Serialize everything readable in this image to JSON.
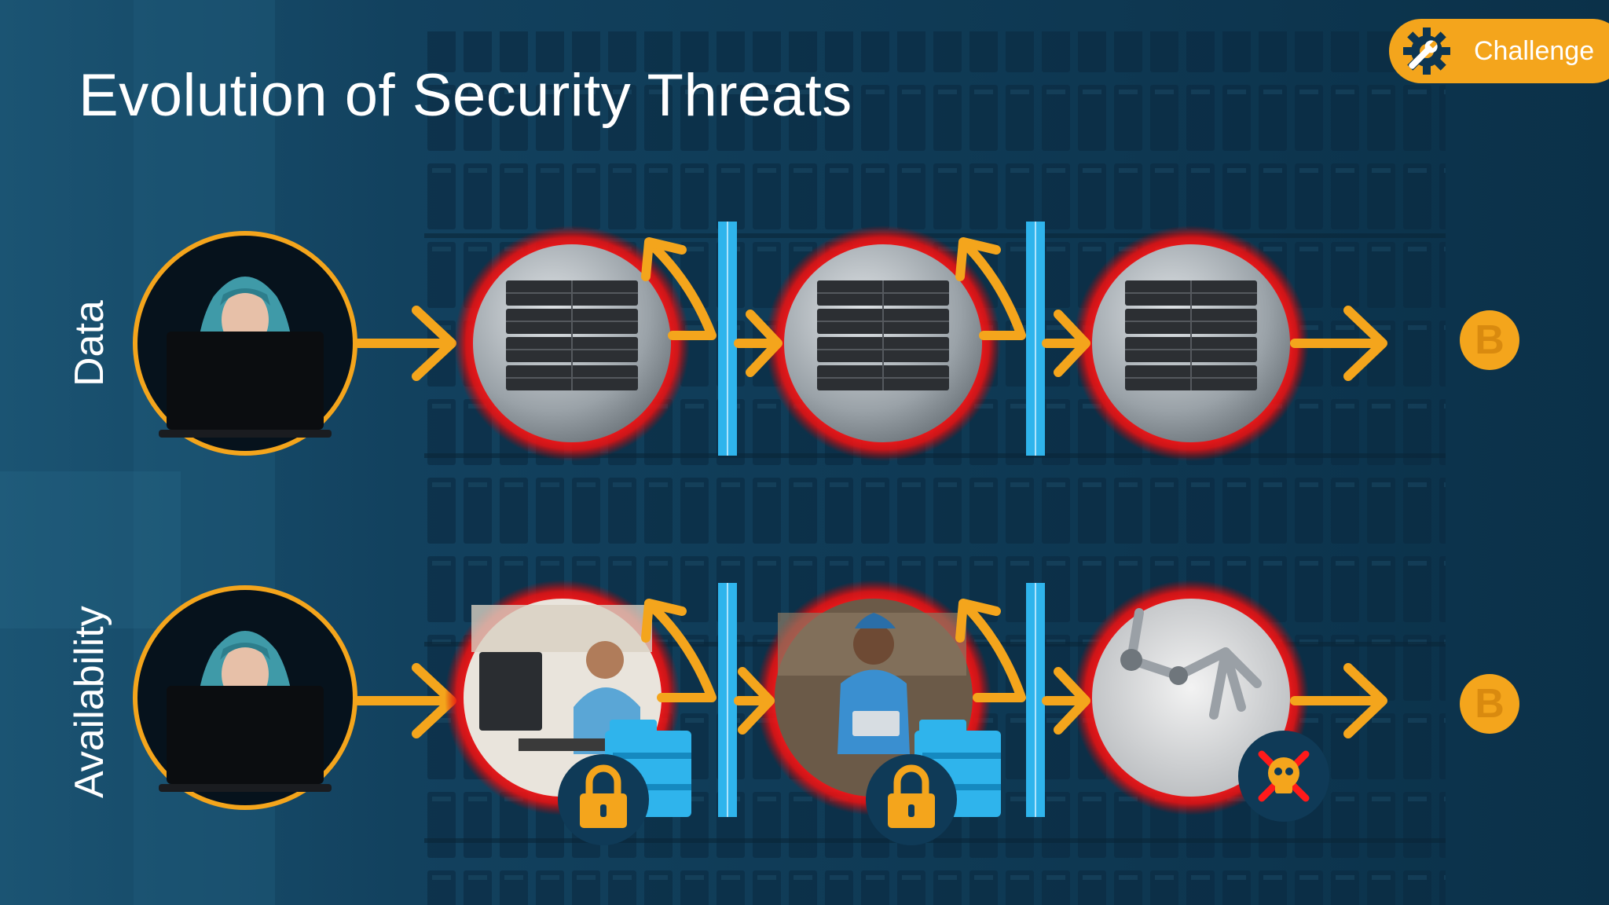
{
  "slide": {
    "title": "Evolution of Security Threats",
    "badge": {
      "label": "Challenge",
      "icon": "gear-wrench-icon",
      "color": "#f4a51c"
    }
  },
  "rows": [
    {
      "label": "Data",
      "start": "hooded-hacker-laptop",
      "stages": [
        "server-rack",
        "server-rack",
        "server-rack"
      ],
      "end": "bitcoin-icon"
    },
    {
      "label": "Availability",
      "start": "hooded-hacker-laptop",
      "stages": [
        "office-worker-desk",
        "worker-with-tablet",
        "robotic-arm"
      ],
      "end": "bitcoin-icon"
    }
  ],
  "colors": {
    "accent": "#f4a51c",
    "threat_ring": "#ff1a1a",
    "firewall": "#2fb4ec",
    "background": "#0d3550"
  }
}
